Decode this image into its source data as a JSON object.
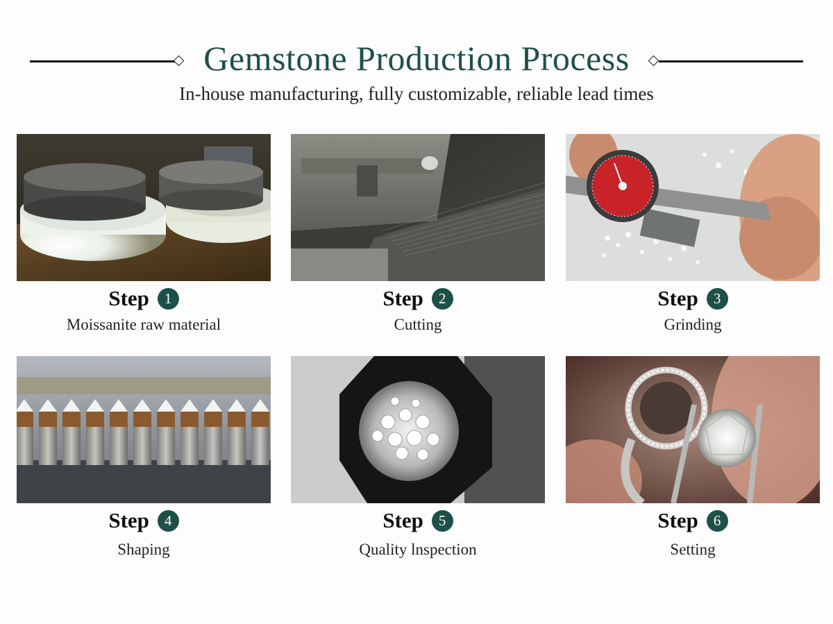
{
  "header": {
    "title": "Gemstone Production Process",
    "subtitle": "In-house manufacturing, fully customizable, reliable lead times"
  },
  "steps": [
    {
      "label": "Step",
      "number": "1",
      "caption": "Moissanite raw material"
    },
    {
      "label": "Step",
      "number": "2",
      "caption": "Cutting"
    },
    {
      "label": "Step",
      "number": "3",
      "caption": "Grinding"
    },
    {
      "label": "Step",
      "number": "4",
      "caption": "Shaping"
    },
    {
      "label": "Step",
      "number": "5",
      "caption": "Quality lnspection"
    },
    {
      "label": "Step",
      "number": "6",
      "caption": "Setting"
    }
  ],
  "colors": {
    "accent": "#1d5048",
    "text": "#1a1a1a",
    "rule": "#111111"
  }
}
